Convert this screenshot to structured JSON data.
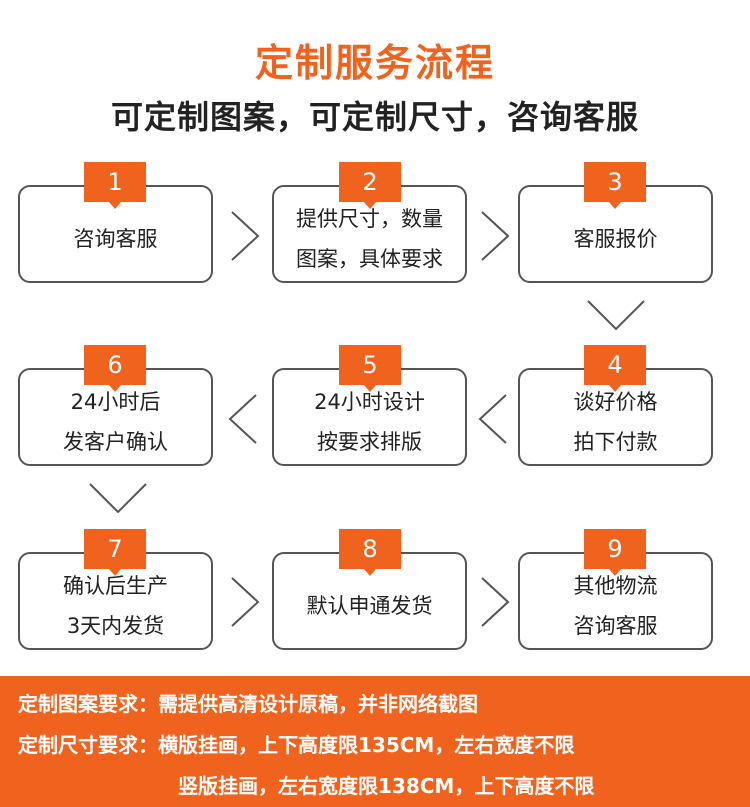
{
  "header": {
    "title": "定制服务流程",
    "subtitle": "可定制图案，可定制尺寸，咨询客服"
  },
  "steps": [
    {
      "number": "1",
      "text": "咨询客服"
    },
    {
      "number": "2",
      "text": "提供尺寸，数量\n图案，具体要求"
    },
    {
      "number": "3",
      "text": "客服报价"
    },
    {
      "number": "4",
      "text": "谈好价格\n拍下付款"
    },
    {
      "number": "5",
      "text": "24小时设计\n按要求排版"
    },
    {
      "number": "6",
      "text": "24小时后\n发客户确认"
    },
    {
      "number": "7",
      "text": "确认后生产\n3天内发货"
    },
    {
      "number": "8",
      "text": "默认申通发货"
    },
    {
      "number": "9",
      "text": "其他物流\n咨询客服"
    }
  ],
  "requirements": {
    "line1": "定制图案要求：需提供高清设计原稿，并非网络截图",
    "line2": "定制尺寸要求：横版挂画，上下高度限135CM，左右宽度不限",
    "line3": "竖版挂画，左右宽度限138CM，上下高度不限"
  },
  "colors": {
    "accent": "#f0631e",
    "text": "#222222",
    "border": "#555555"
  },
  "icons": [
    "chevron-right-icon",
    "chevron-left-icon",
    "chevron-down-icon"
  ]
}
